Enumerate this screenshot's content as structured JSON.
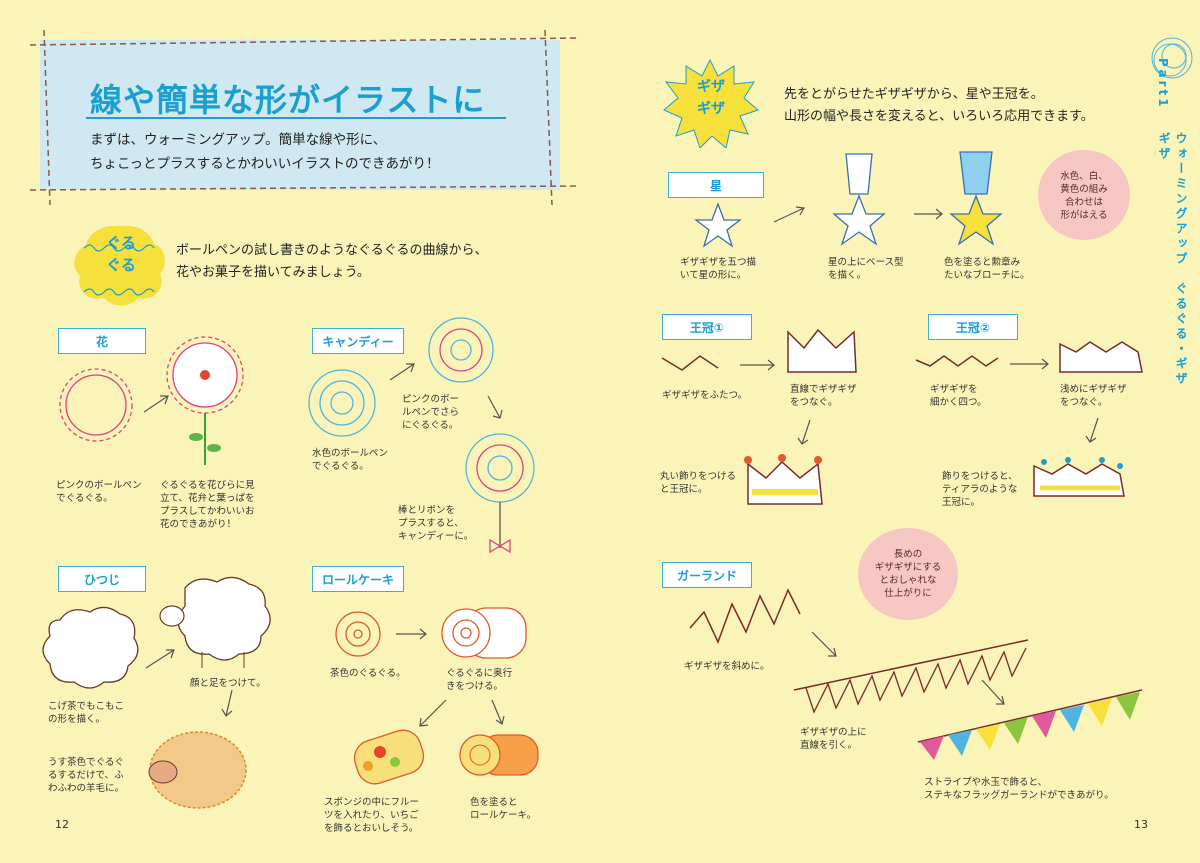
{
  "left_page": {
    "title": "線や簡単な形がイラストに",
    "intro_line1": "まずは、ウォーミングアップ。簡単な線や形に、",
    "intro_line2": "ちょこっとプラスするとかわいいイラストのできあがり！",
    "badge": {
      "line1": "ぐる",
      "line2": "ぐる"
    },
    "section_line1": "ボールペンの試し書きのようなぐるぐるの曲線から、",
    "section_line2": "花やお菓子を描いてみましょう。",
    "labels": {
      "flower": "花",
      "candy": "キャンディー",
      "sheep": "ひつじ",
      "roll": "ロールケーキ"
    },
    "captions": {
      "flower1": [
        "ピンクのボールペン",
        "でぐるぐる。"
      ],
      "flower2": [
        "ぐるぐるを花びらに見",
        "立て、花弁と葉っぱを",
        "プラスしてかわいいお",
        "花のできあがり！"
      ],
      "candy1": [
        "水色のボールペン",
        "でぐるぐる。"
      ],
      "candy2": [
        "ピンクのボー",
        "ルペンでさら",
        "にぐるぐる。"
      ],
      "candy3": [
        "棒とリボンを",
        "プラスすると、",
        "キャンディーに。"
      ],
      "sheep1": [
        "こげ茶でもこもこ",
        "の形を描く。"
      ],
      "sheep2": [
        "顔と足をつけて。"
      ],
      "sheep3": [
        "うす茶色でぐるぐ",
        "るするだけで、ふ",
        "わふわの羊毛に。"
      ],
      "roll1": [
        "茶色のぐるぐる。"
      ],
      "roll2": [
        "ぐるぐるに奥行",
        "きをつける。"
      ],
      "roll3": [
        "スポンジの中にフルー",
        "ツを入れたり、いちご",
        "を飾るとおいしそう。"
      ],
      "roll4": [
        "色を塗ると",
        "ロールケーキ。"
      ]
    },
    "page_number": "12"
  },
  "right_page": {
    "badge": {
      "line1": "ギザ",
      "line2": "ギザ"
    },
    "section_line1": "先をとがらせたギザギザから、星や王冠を。",
    "section_line2": "山形の幅や長さを変えると、いろいろ応用できます。",
    "labels": {
      "star": "星",
      "crown1": "王冠①",
      "crown2": "王冠②",
      "garland": "ガーランド"
    },
    "bubble1": [
      "水色、白、",
      "黄色の組み",
      "合わせは",
      "形がはえる"
    ],
    "bubble2": [
      "長めの",
      "ギザギザにする",
      "とおしゃれな",
      "仕上がりに"
    ],
    "captions": {
      "star1": [
        "ギザギザを五つ描",
        "いて星の形に。"
      ],
      "star2": [
        "星の上にベース型",
        "を描く。"
      ],
      "star3": [
        "色を塗ると勲章み",
        "たいなブローチに。"
      ],
      "crown1a": [
        "ギザギザをふたつ。"
      ],
      "crown1b": [
        "直線でギザギザ",
        "をつなぐ。"
      ],
      "crown1c": [
        "丸い飾りをつける",
        "と王冠に。"
      ],
      "crown2a": [
        "ギザギザを",
        "細かく四つ。"
      ],
      "crown2b": [
        "浅めにギザギザ",
        "をつなぐ。"
      ],
      "crown2c": [
        "飾りをつけると、",
        "ティアラのような",
        "王冠に。"
      ],
      "garland1": [
        "ギザギザを斜めに。"
      ],
      "garland2": [
        "ギザギザの上に",
        "直線を引く。"
      ],
      "garland3": [
        "ストライプや水玉で飾ると、",
        "ステキなフラッグガーランドができあがり。"
      ]
    },
    "side_text": {
      "part": "Part1",
      "chapter": "ウォーミングアップ　ぐるぐる・ギザギザ"
    },
    "page_number": "13"
  },
  "colors": {
    "background": "#fbf4b8",
    "title_box": "#cfe8f2",
    "accent_blue": "#1aa0cf",
    "badge_yellow": "#f7df3c",
    "bubble_pink": "#f6c7c3"
  }
}
